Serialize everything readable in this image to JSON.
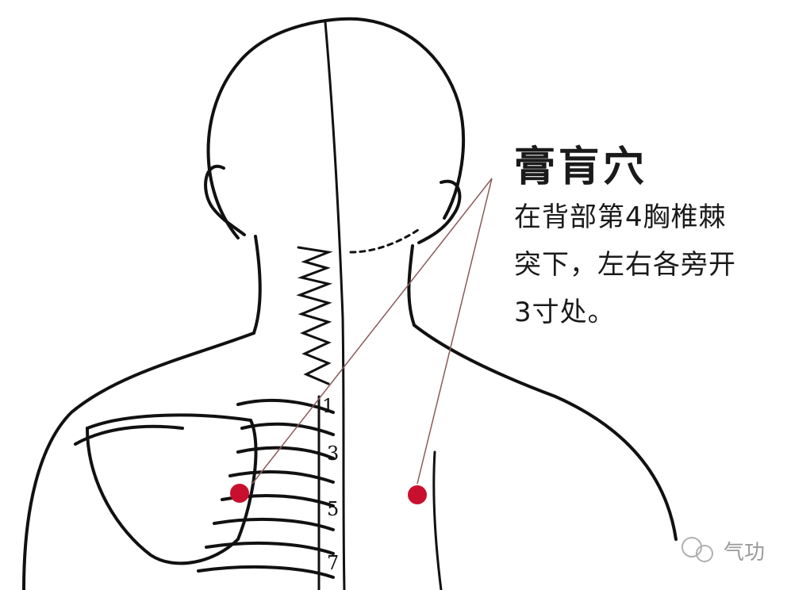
{
  "acupoint": {
    "name": "膏肓穴",
    "description_lines": [
      "在背部第4胸椎棘",
      "突下，左右各旁开",
      "3寸处。"
    ]
  },
  "vertebra_labels": [
    "1",
    "3",
    "5",
    "7"
  ],
  "marker_color": "#c8102e",
  "watermark": {
    "text": "气功"
  }
}
